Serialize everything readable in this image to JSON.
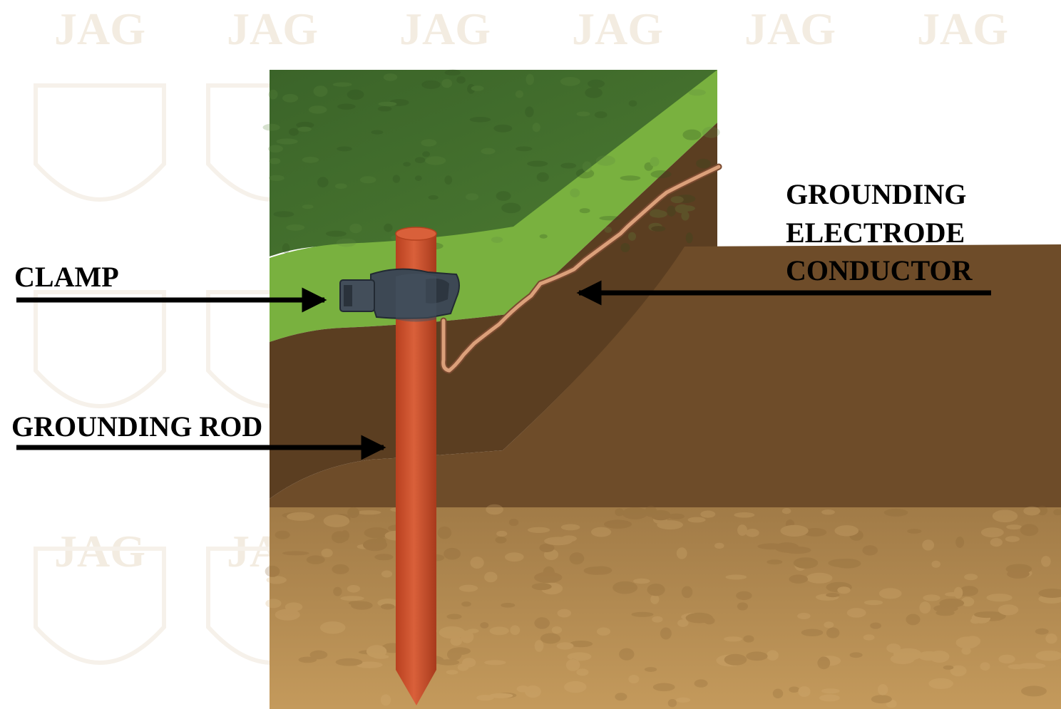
{
  "watermark": {
    "text": "JAG",
    "color": "#f3ece1"
  },
  "labels": {
    "clamp": "CLAMP",
    "grounding_rod": "GROUNDING ROD",
    "conductor_line1": "GROUNDING",
    "conductor_line2": "ELECTRODE",
    "conductor_line3": "CONDUCTOR"
  },
  "colors": {
    "grass_dark": "#3f6a2c",
    "grass_light": "#7ab13f",
    "soil_dark": "#5a3f22",
    "soil_mid": "#6e4d2a",
    "soil_sand": "#b38a4f",
    "rod": "#cb4f2c",
    "rod_top": "#d95f3c",
    "clamp": "#3f4a56",
    "wire": "#d39872",
    "arrow": "#000000"
  }
}
